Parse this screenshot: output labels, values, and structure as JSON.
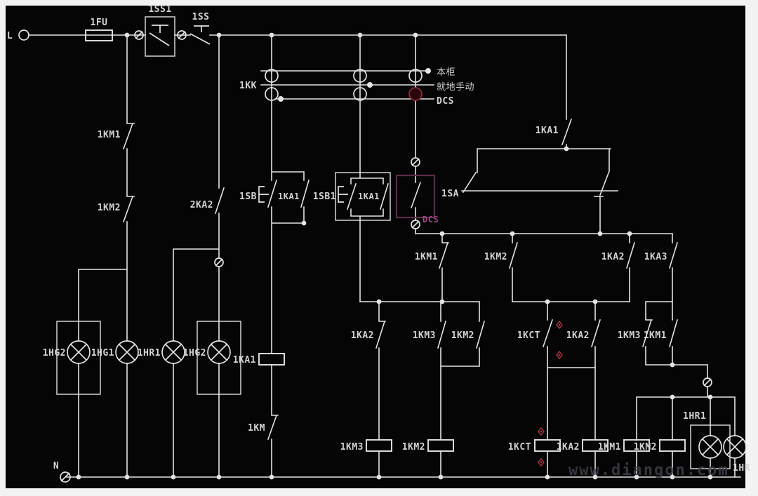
{
  "meta": {
    "description_colors": "colors sampled from screenshot",
    "colors": {
      "page": "#f2f2f2",
      "bg": "#050505",
      "line": "#e3e3e3",
      "text": "#d2d2d2",
      "dcsbox": "#5c2b47",
      "dcstext": "#9b4b8b",
      "marker": "#b03545",
      "wm": "#3f3f49"
    }
  },
  "labels": {
    "l": "L",
    "n": "N",
    "fu": "1FU",
    "ss1": "1SS1",
    "ss": "1SS",
    "kk": "1KK",
    "pos1": "本柜",
    "pos2": "就地手动",
    "pos3": "DCS",
    "km1L": "1KM1",
    "km2L": "1KM2",
    "ka2x": "2KA2",
    "sb": "1SB",
    "ka1a": "1KA1",
    "sb1": "1SB1",
    "ka1b": "1KA1",
    "dcsBox": "DCS",
    "sa": "1SA",
    "ka1top": "1KA1",
    "km1r2": "1KM1",
    "km2r2": "1KM2",
    "ka2r2": "1KA2",
    "ka3r2": "1KA3",
    "ka2r3": "1KA2",
    "km3r3": "1KM3",
    "km2r3": "1KM2",
    "kctr3": "1KCT",
    "ka2r3b": "1KA2",
    "km3r3b": "1KM3",
    "km1r3b": "1KM1",
    "ka1coil": "1KA1",
    "km": "1KM",
    "km3coil": "1KM3",
    "km2coil": "1KM2",
    "kctcoil": "1KCT",
    "ka2coil": "1KA2",
    "km1coil": "1KM1",
    "km2coilb": "1KM2",
    "hg2a": "1HG2",
    "hg1": "1HG1",
    "hr1a": "1HR1",
    "hg2b": "1HG2",
    "hr1b": "1HR1",
    "hr": "1HR",
    "watermark": "www.diangon.com"
  }
}
